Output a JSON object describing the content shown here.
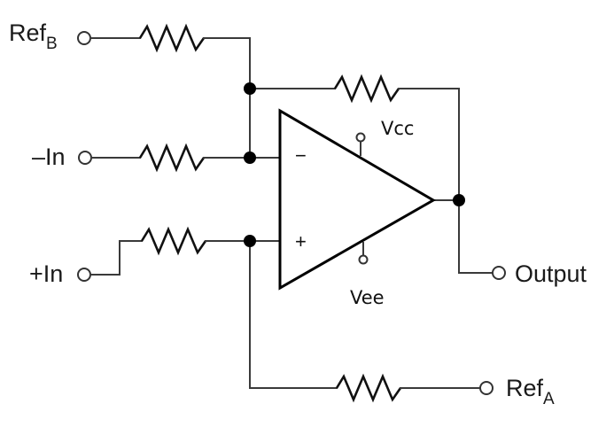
{
  "labels": {
    "ref_b": {
      "main": "Ref",
      "sub": "B"
    },
    "ref_a": {
      "main": "Ref",
      "sub": "A"
    },
    "minus_in": "–In",
    "plus_in": "+In",
    "output": "Output",
    "vcc": "Vcc",
    "vee": "Vee"
  },
  "opamp": {
    "inverting_sign": "−",
    "noninverting_sign": "+"
  }
}
